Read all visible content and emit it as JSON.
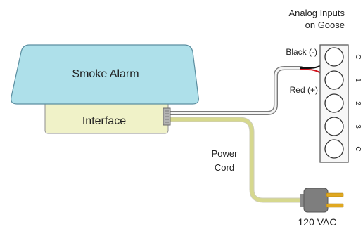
{
  "labels": {
    "analog_inputs_line1": "Analog Inputs",
    "analog_inputs_line2": "on Goose",
    "smoke_alarm": "Smoke Alarm",
    "interface": "Interface",
    "black_wire": "Black (-)",
    "red_wire": "Red (+)",
    "power_line1": "Power",
    "power_line2": "Cord",
    "voltage": "120 VAC"
  },
  "terminals": [
    "C",
    "1",
    "2",
    "3",
    "C"
  ],
  "colors": {
    "smoke_alarm_fill": "#aee0ea",
    "interface_fill": "#f0f2c8",
    "power_cord": "#d6d88e",
    "cable_gray": "#8a8a8a",
    "wire_black": "#111111",
    "wire_red": "#d0121b",
    "plug_body": "#7e7e7e",
    "plug_prongs": "#e0a820"
  },
  "icons": {
    "plug": "plug-icon",
    "connector": "connector-icon"
  }
}
